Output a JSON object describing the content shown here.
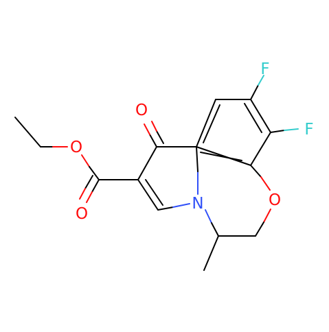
{
  "molecule": {
    "atoms": {
      "f_top": "F",
      "f_right": "F",
      "o_ketone": "O",
      "o_ester_single": "O",
      "o_ester_double": "O",
      "o_ring": "O",
      "n_ring": "N"
    },
    "colors": {
      "bond": "#000000",
      "fluorine": "#33cccc",
      "oxygen": "#ff0d0d",
      "nitrogen": "#3050f8",
      "background": "#ffffff"
    }
  }
}
